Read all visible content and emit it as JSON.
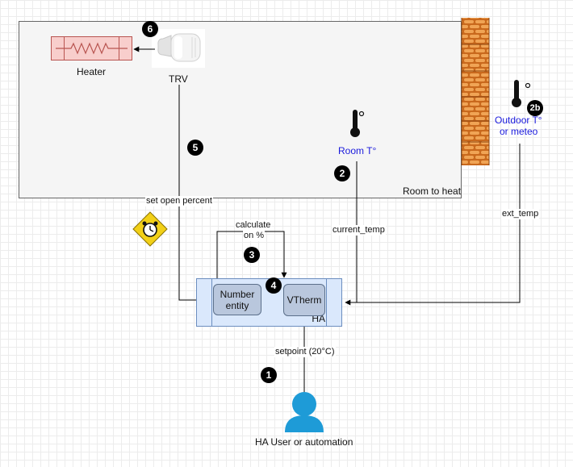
{
  "room": {
    "label": "Room to heat"
  },
  "heater": {
    "label": "Heater"
  },
  "trv": {
    "label": "TRV"
  },
  "room_sensor": {
    "label": "Room T°"
  },
  "outdoor_sensor": {
    "label_line1": "Outdoor T°",
    "label_line2": "or meteo"
  },
  "ha": {
    "label": "HA",
    "number_entity_line1": "Number",
    "number_entity_line2": "entity",
    "vtherm": "VTherm"
  },
  "edges": {
    "set_open_percent": "set open percent",
    "calculate_line1": "calculate",
    "calculate_line2": "on %",
    "current_temp": "current_temp",
    "ext_temp": "ext_temp",
    "setpoint": "setpoint (20°C)"
  },
  "user": {
    "label": "HA User or automation"
  },
  "steps": [
    "1",
    "2",
    "2b",
    "3",
    "4",
    "5",
    "6"
  ],
  "colors": {
    "room_fill": "#f5f5f5",
    "room_stroke": "#666666",
    "heater_fill": "#f8cecc",
    "heater_stroke": "#b85450",
    "ha_fill": "#dae8fc",
    "ha_stroke": "#6c8ebf",
    "user_blue": "#1e9bd7",
    "sensor_label_blue": "#1a1adc",
    "wall_brick": "#d97b2a"
  }
}
